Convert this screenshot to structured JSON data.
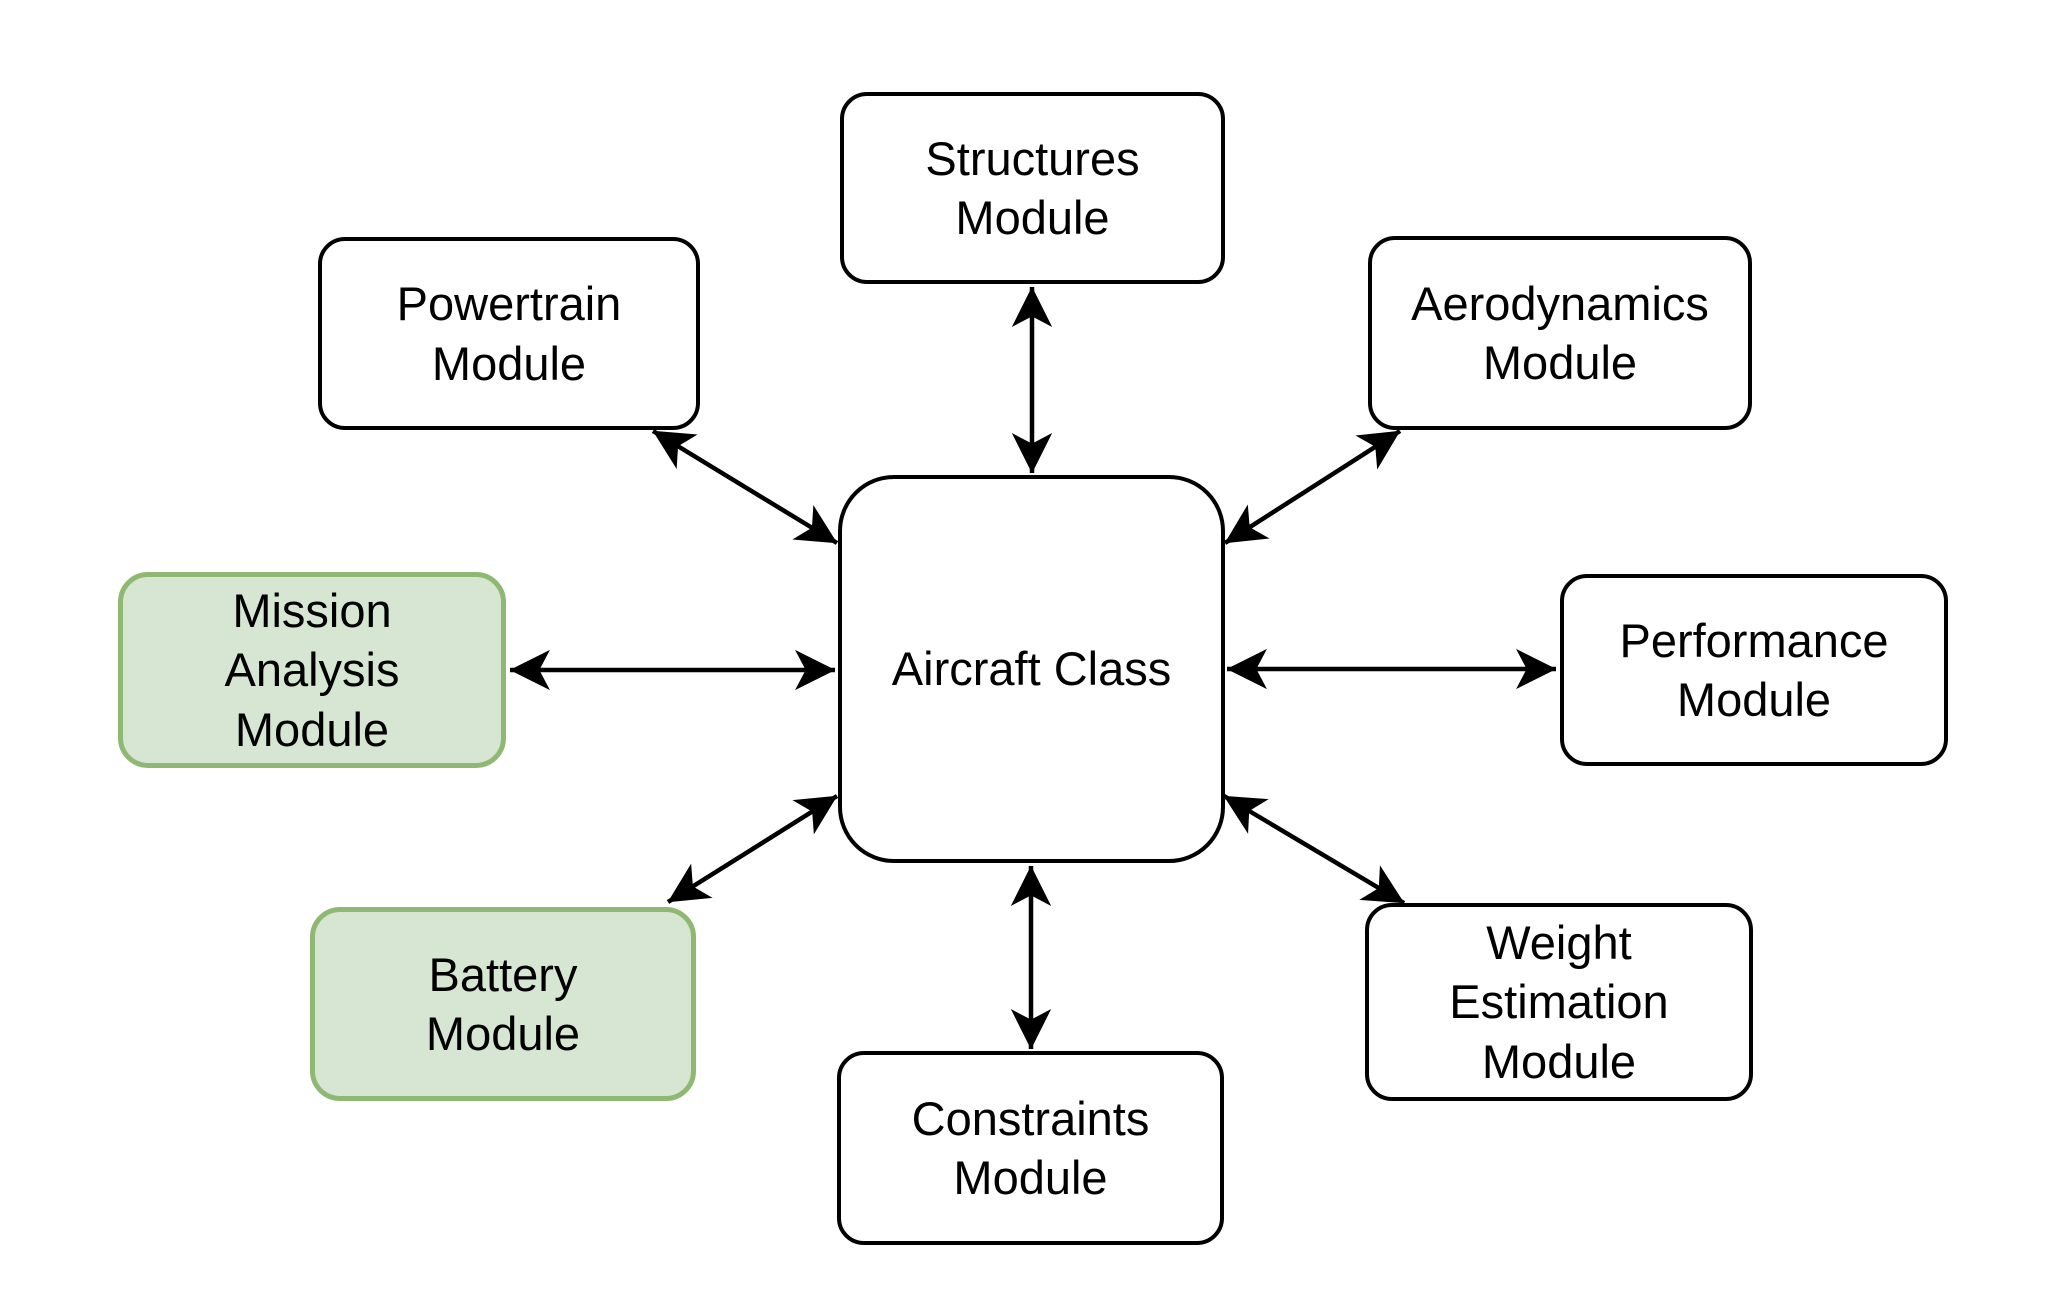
{
  "diagram": {
    "center": {
      "id": "aircraft-class",
      "label": "Aircraft Class",
      "fill": "#ffffff",
      "stroke": "#000000"
    },
    "nodes": [
      {
        "id": "structures",
        "label": "Structures\nModule",
        "highlighted": false,
        "position": "top"
      },
      {
        "id": "powertrain",
        "label": "Powertrain\nModule",
        "highlighted": false,
        "position": "top-left"
      },
      {
        "id": "aerodynamics",
        "label": "Aerodynamics\nModule",
        "highlighted": false,
        "position": "top-right"
      },
      {
        "id": "mission",
        "label": "Mission\nAnalysis\nModule",
        "highlighted": true,
        "position": "left"
      },
      {
        "id": "performance",
        "label": "Performance\nModule",
        "highlighted": false,
        "position": "right"
      },
      {
        "id": "battery",
        "label": "Battery\nModule",
        "highlighted": true,
        "position": "bottom-left"
      },
      {
        "id": "constraints",
        "label": "Constraints\nModule",
        "highlighted": false,
        "position": "bottom"
      },
      {
        "id": "weight",
        "label": "Weight\nEstimation\nModule",
        "highlighted": false,
        "position": "bottom-right"
      }
    ],
    "edges": [
      {
        "from": "aircraft-class",
        "to": "structures",
        "bidirectional": true
      },
      {
        "from": "aircraft-class",
        "to": "powertrain",
        "bidirectional": true
      },
      {
        "from": "aircraft-class",
        "to": "aerodynamics",
        "bidirectional": true
      },
      {
        "from": "aircraft-class",
        "to": "mission",
        "bidirectional": true
      },
      {
        "from": "aircraft-class",
        "to": "performance",
        "bidirectional": true
      },
      {
        "from": "aircraft-class",
        "to": "battery",
        "bidirectional": true
      },
      {
        "from": "aircraft-class",
        "to": "constraints",
        "bidirectional": true
      },
      {
        "from": "aircraft-class",
        "to": "weight",
        "bidirectional": true
      }
    ],
    "colors": {
      "background": "#ffffff",
      "node_fill": "#ffffff",
      "node_stroke": "#000000",
      "highlight_fill": "#d7e6d2",
      "highlight_stroke": "#8fb973",
      "connector": "#000000",
      "text": "#000000"
    }
  }
}
